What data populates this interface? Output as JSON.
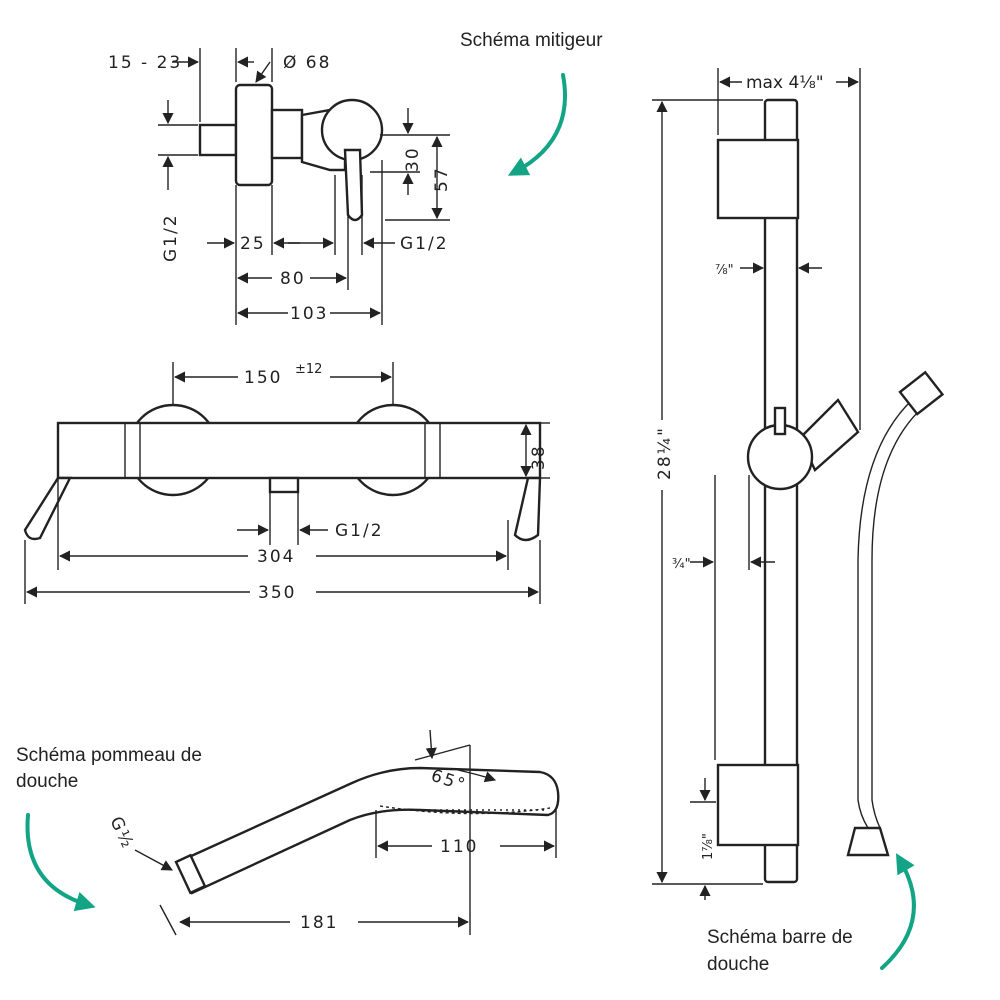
{
  "captions": {
    "mixer": "Schéma mitigeur",
    "handshower": [
      "Schéma pommeau de",
      "douche"
    ],
    "bar": [
      "Schéma barre de",
      "douche"
    ]
  },
  "mixer_dims": {
    "d15_23": "15 - 23",
    "diameter": "Ø 68",
    "d30": "30",
    "d57": "57",
    "g_left": "G1/2",
    "d25": "25",
    "g_right": "G1/2",
    "d80": "80",
    "d103": "103"
  },
  "thermo_dims": {
    "d150": "150",
    "tol": "±12",
    "d38": "38",
    "g": "G1/2",
    "d304": "304",
    "d350": "350"
  },
  "handshower_dims": {
    "g": "G½",
    "angle": "65°",
    "d110": "110",
    "d181": "181"
  },
  "bar_dims": {
    "max": "max 4⅛\"",
    "d7_8": "⅞\"",
    "d28": "28¼\"",
    "d3_4": "¾\"",
    "d17_8": "1⅞\""
  },
  "colors": {
    "accent_arrow": "#13a486",
    "line": "#222222"
  }
}
